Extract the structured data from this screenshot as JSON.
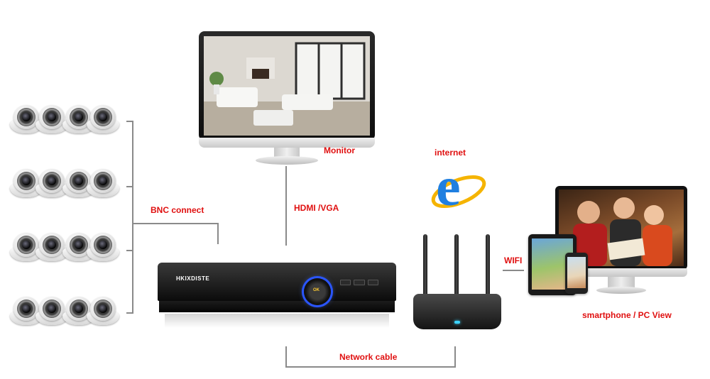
{
  "labels": {
    "bnc": "BNC connect",
    "hdmi": "HDMI /VGA",
    "monitor": "Monitor",
    "internet": "internet",
    "wifi": "WIFI",
    "view": "smartphone / PC View",
    "network": "Network cable"
  },
  "dvr": {
    "brand": "HKIXDISTE",
    "ok": "OK"
  },
  "colors": {
    "label": "#e01010",
    "line": "#8a8a8a",
    "dvr_ring": "#2a55ff",
    "ie_blue": "#1f7fe0",
    "ie_ring": "#f5b400"
  },
  "icons": {
    "internet": "internet-explorer-icon",
    "camera": "dome-camera-icon"
  },
  "camera_grid": {
    "rows": 4,
    "cols": 4
  }
}
